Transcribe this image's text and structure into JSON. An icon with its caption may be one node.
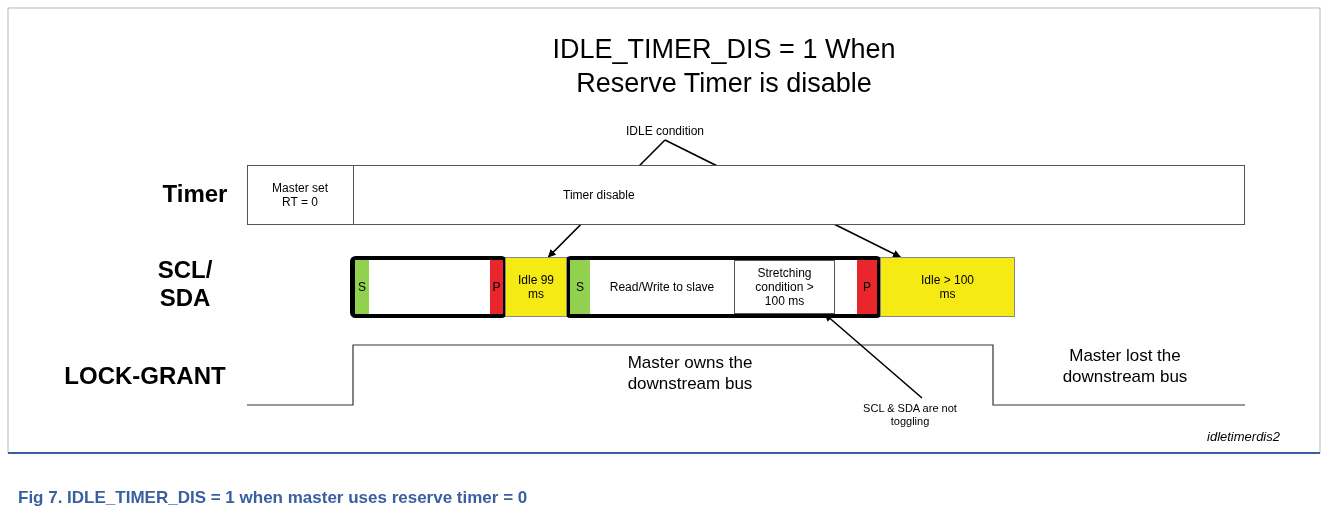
{
  "diagram": {
    "title": "IDLE_TIMER_DIS = 1 When Reserve Timer is disable",
    "caption": "Fig 7. IDLE_TIMER_DIS = 1 when master uses reserve timer = 0",
    "nodes": [
      {
        "text": [
          "Master set RT = 0"
        ]
      },
      {
        "text": [
          "Timer disable"
        ]
      },
      {
        "text": [
          "S"
        ]
      },
      {
        "text": [],
        "shape": "box"
      },
      {
        "text": [
          "P"
        ]
      },
      {
        "text": [
          "Idle 99 ms"
        ]
      },
      {
        "text": [
          "S"
        ]
      },
      {
        "text": [
          "Read/Write to slave"
        ]
      },
      {
        "text": [
          "Stretching condition > 100 ms"
        ]
      },
      {
        "text": [],
        "shape": "box"
      },
      {
        "text": [
          "P"
        ]
      },
      {
        "text": [
          "Idle > 100 ms"
        ]
      },
      {
        "text": [
          "IDLE condition"
        ]
      },
      {
        "text": [
          "SCL & SDA are not toggling"
        ]
      }
    ],
    "edges": [
      {
        "from": 12,
        "to": 5,
        "arrow": "to"
      },
      {
        "from": 12,
        "to": 11,
        "arrow": "to"
      },
      {
        "from": 13,
        "to": 8,
        "arrow": "to"
      }
    ],
    "labels": [
      "Timer",
      "SCL/ SDA",
      "LOCK-GRANT",
      "Master owns the downstream bus",
      "Master lost the downstream bus",
      "idletimerdis2"
    ]
  }
}
